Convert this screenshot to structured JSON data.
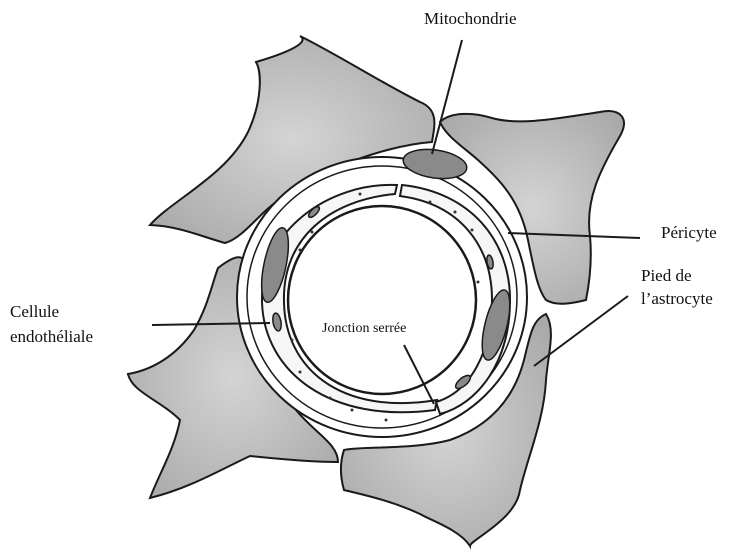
{
  "labels": {
    "mitochondrie": "Mitochondrie",
    "pericyte": "Péricyte",
    "pied_line1": "Pied de",
    "pied_line2": "l’astrocyte",
    "cellule_line1": "Cellule",
    "cellule_line2": "endothéliale",
    "jonction": "Jonction serrée"
  },
  "colors": {
    "astrocyte_fill": "#bdbdbd",
    "outline": "#1a1a1a",
    "organelle_fill": "#8a8a8a",
    "background": "#ffffff"
  }
}
